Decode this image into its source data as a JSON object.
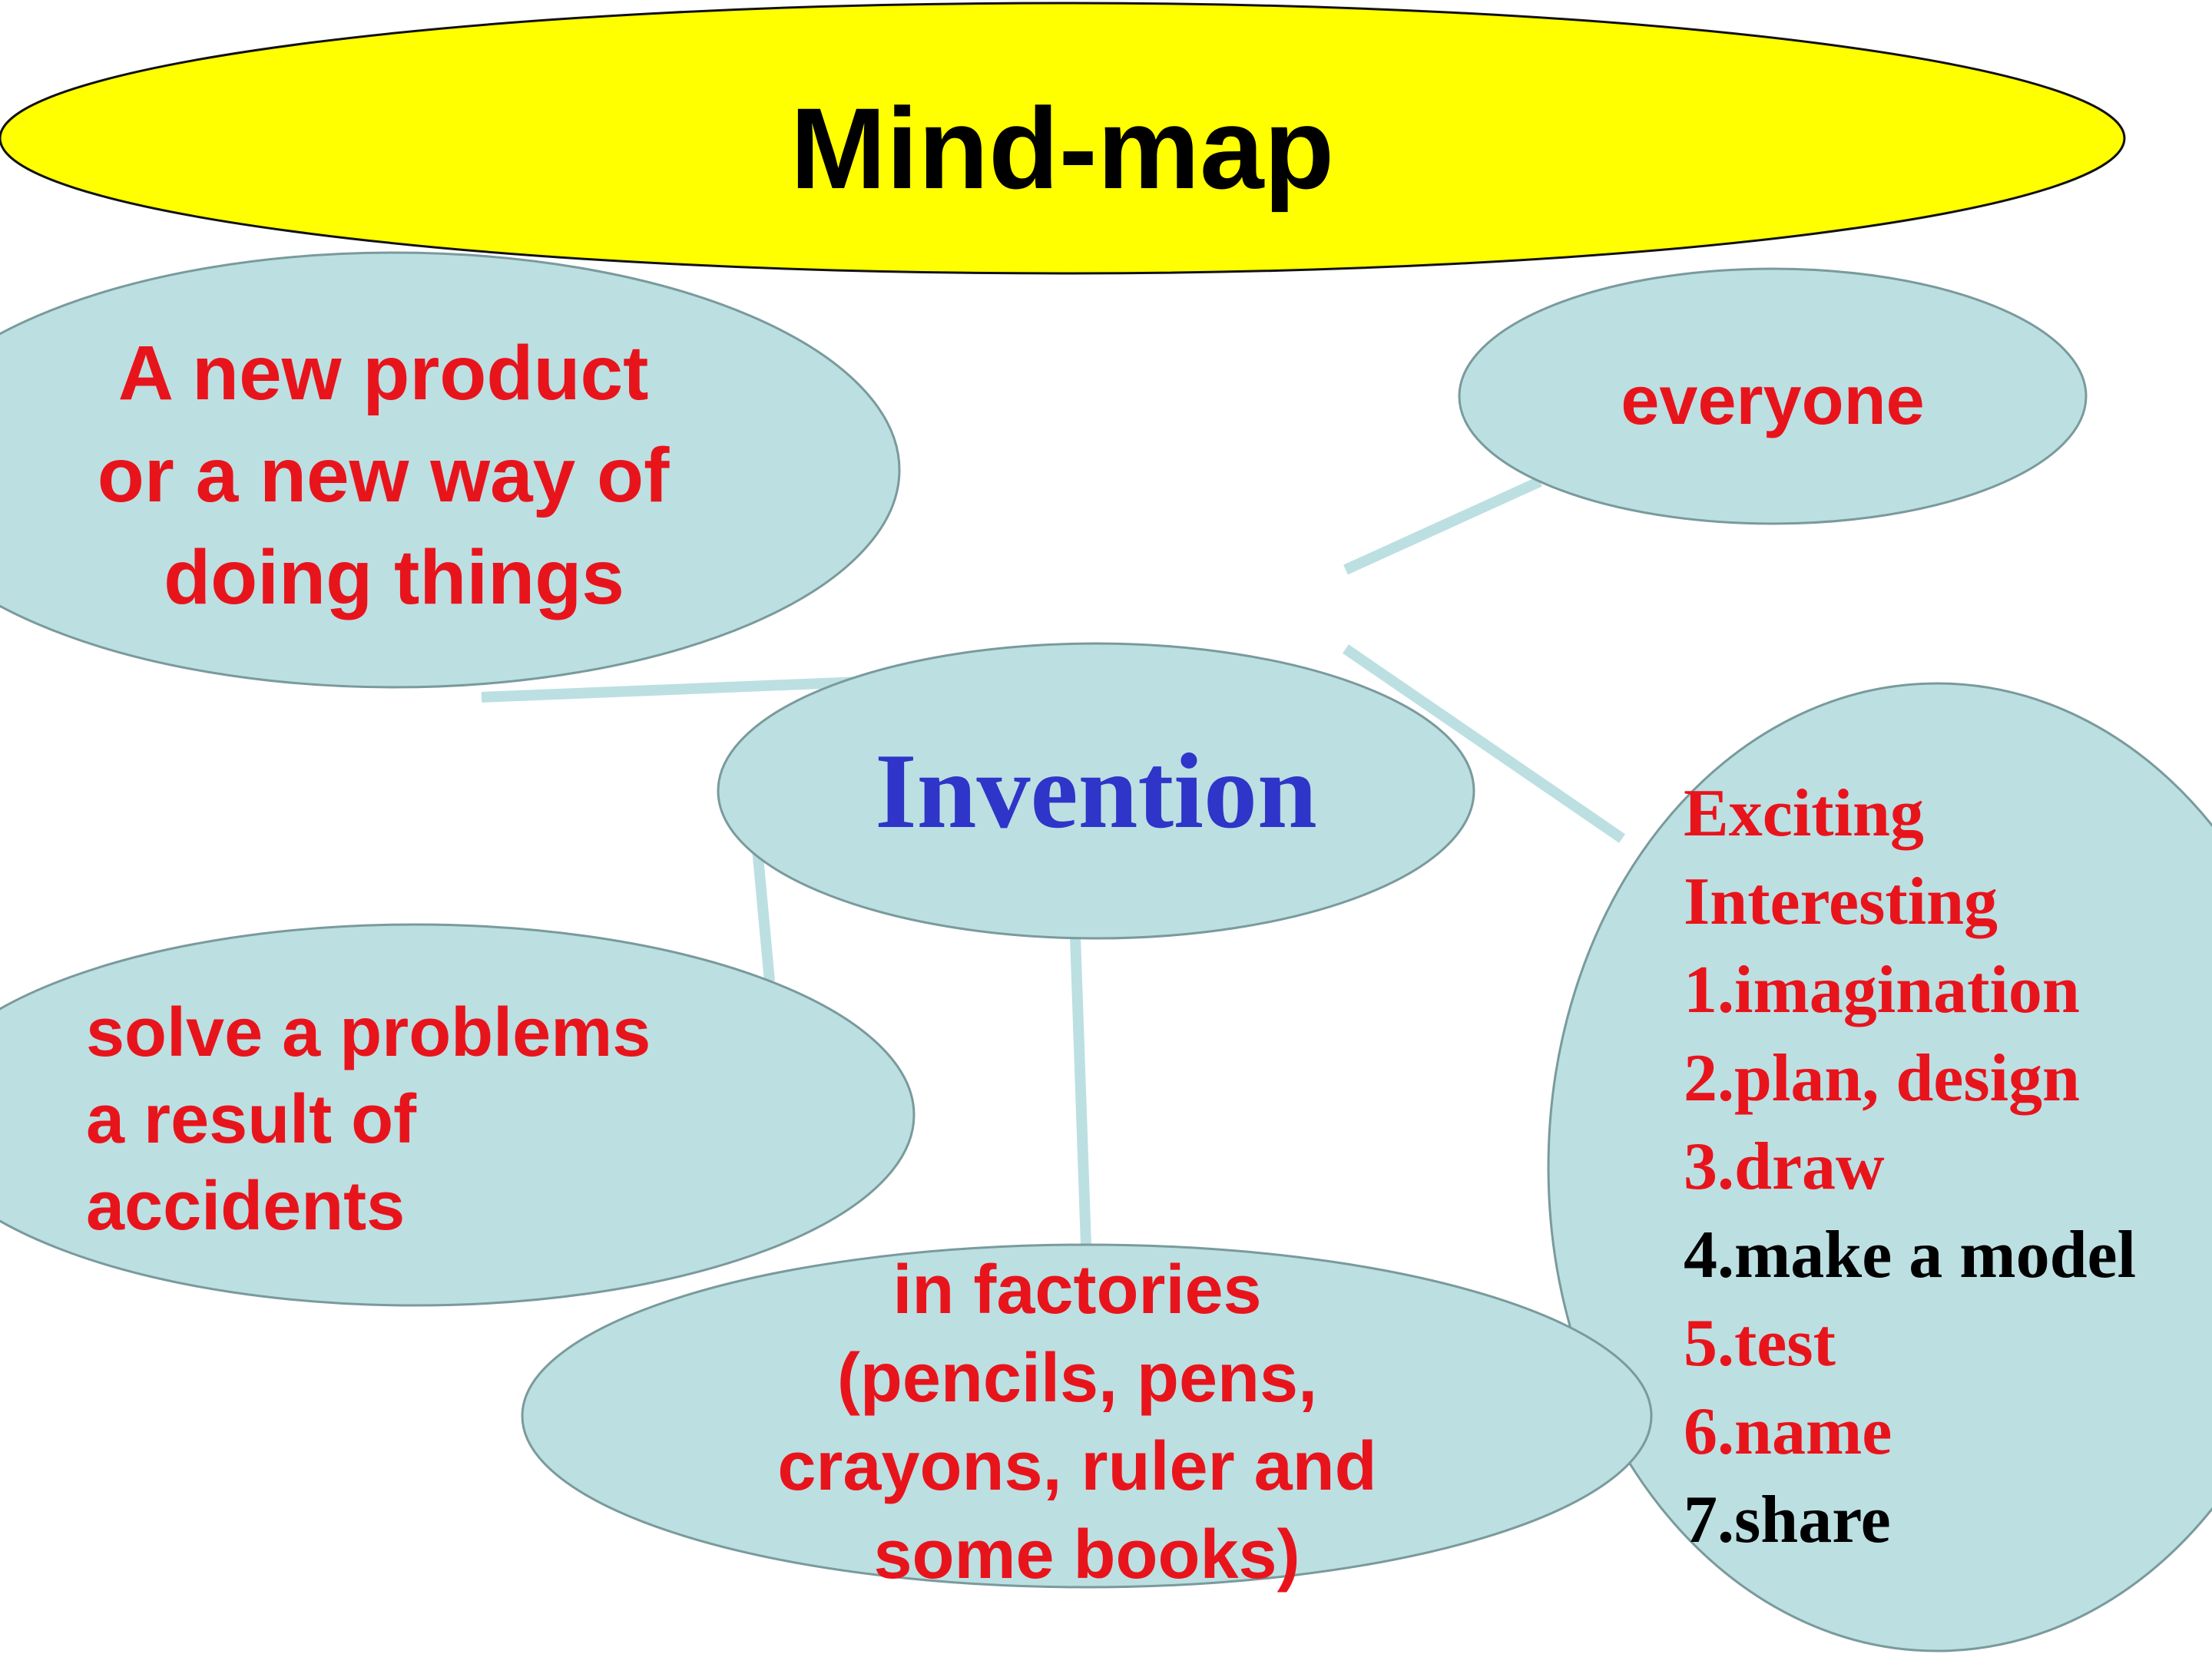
{
  "title": "Mind-map",
  "center": "Invention",
  "nodes": {
    "definition": [
      "A new product",
      "or a new way of",
      "doing things"
    ],
    "who": [
      "everyone"
    ],
    "why": [
      "solve a problems",
      "a result of",
      "accidents"
    ],
    "where": [
      "in factories",
      "(pencils, pens,",
      "crayons, ruler and",
      "some books)"
    ],
    "process": [
      {
        "text": "Exciting",
        "color": "#e8141c"
      },
      {
        "text": "Interesting",
        "color": "#e8141c"
      },
      {
        "text": "1.imagination",
        "color": "#e8141c"
      },
      {
        "text": "2.plan, design",
        "color": "#e8141c"
      },
      {
        "text": "3.draw",
        "color": "#e8141c"
      },
      {
        "text": "4.make a model",
        "color": "#000000"
      },
      {
        "text": "5.test",
        "color": "#e8141c"
      },
      {
        "text": "6.name",
        "color": "#e8141c"
      },
      {
        "text": "7.share",
        "color": "#000000"
      }
    ]
  },
  "colors": {
    "title_fill": "#ffff00",
    "node_fill": "#bcdfe2",
    "node_stroke": "#7a9a9c",
    "connector": "#bcdfe2",
    "red_text": "#e8141c",
    "center_text": "#2e35c8"
  }
}
